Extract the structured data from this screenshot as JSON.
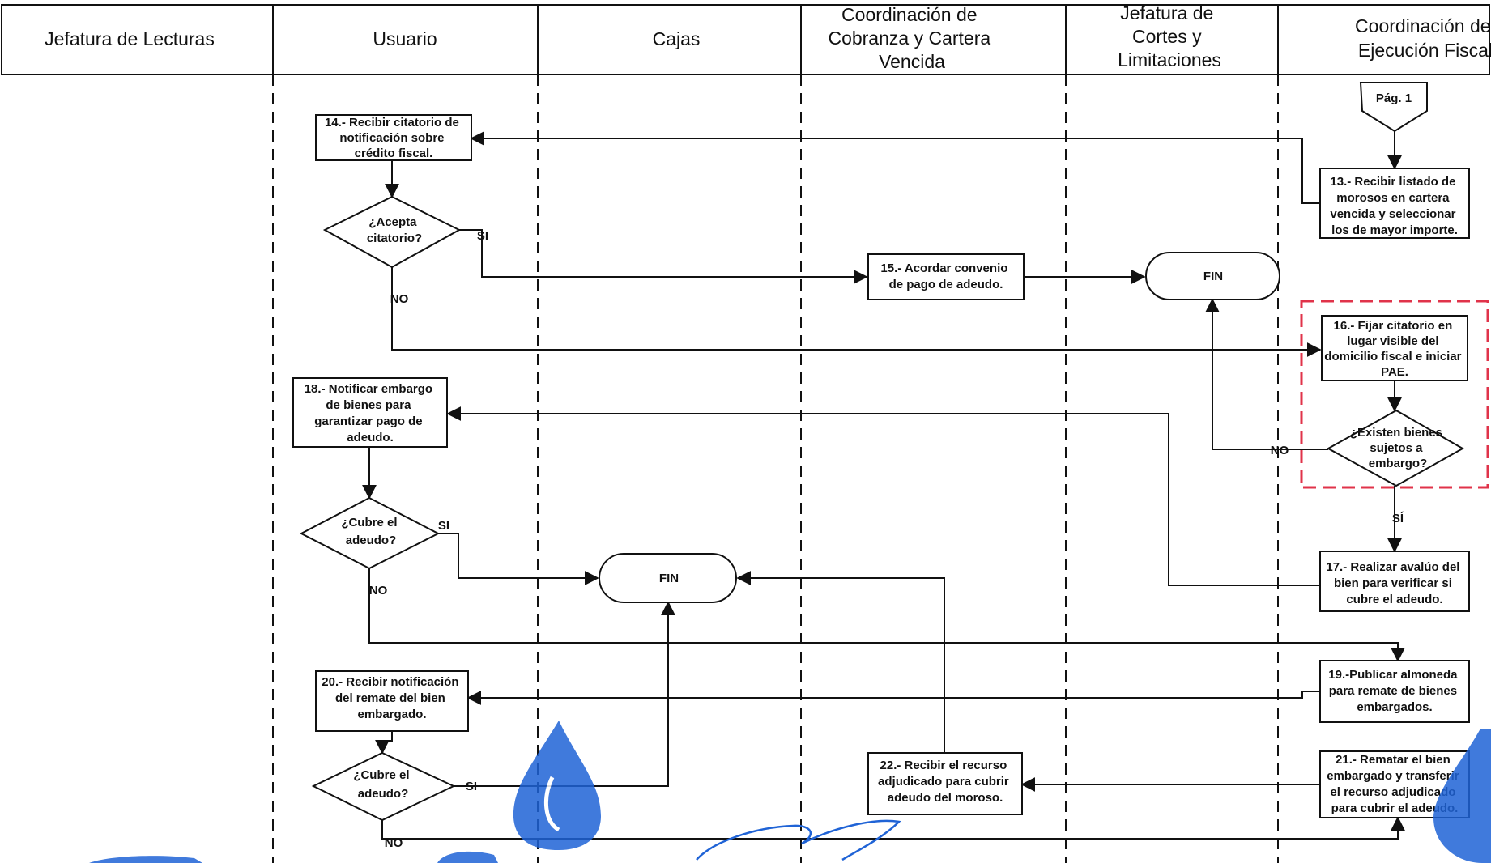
{
  "lanes": [
    {
      "id": "jefatura-lecturas",
      "lines": [
        "Jefatura de Lecturas"
      ]
    },
    {
      "id": "usuario",
      "lines": [
        "Usuario"
      ]
    },
    {
      "id": "cajas",
      "lines": [
        "Cajas"
      ]
    },
    {
      "id": "cobranza",
      "lines": [
        "Coordinación de",
        "Cobranza y Cartera",
        "Vencida"
      ]
    },
    {
      "id": "cortes",
      "lines": [
        "Jefatura de",
        "Cortes y",
        "Limitaciones"
      ]
    },
    {
      "id": "ejecucion",
      "lines": [
        "Coordinación de",
        "Ejecución Fiscal"
      ]
    }
  ],
  "nodes": {
    "pag1": {
      "lines": [
        "Pág. 1"
      ]
    },
    "n13": {
      "lines": [
        "13.- Recibir listado de",
        "morosos en cartera",
        "vencida y seleccionar",
        "los de mayor importe."
      ]
    },
    "n14": {
      "lines": [
        "14.- Recibir citatorio de",
        "notificación sobre",
        "crédito fiscal."
      ]
    },
    "d_acepta": {
      "lines": [
        "¿Acepta",
        "citatorio?"
      ]
    },
    "n15": {
      "lines": [
        "15.- Acordar convenio",
        "de pago de adeudo."
      ]
    },
    "fin1": {
      "lines": [
        "FIN"
      ]
    },
    "n16": {
      "lines": [
        "16.- Fijar citatorio en",
        "lugar visible del",
        "domicilio fiscal e iniciar",
        "PAE."
      ]
    },
    "d_bienes": {
      "lines": [
        "¿Existen bienes",
        "sujetos a",
        "embargo?"
      ]
    },
    "n17": {
      "lines": [
        "17.- Realizar avalúo del",
        "bien para verificar si",
        "cubre el adeudo."
      ]
    },
    "n18": {
      "lines": [
        "18.- Notificar embargo",
        "de bienes para",
        "garantizar pago de",
        "adeudo."
      ]
    },
    "d_cubre1": {
      "lines": [
        "¿Cubre el",
        "adeudo?"
      ]
    },
    "fin2": {
      "lines": [
        "FIN"
      ]
    },
    "n19": {
      "lines": [
        "19.-Publicar almoneda",
        "para remate de bienes",
        "embargados."
      ]
    },
    "n20": {
      "lines": [
        "20.- Recibir notificación",
        "del remate del bien",
        "embargado."
      ]
    },
    "d_cubre2": {
      "lines": [
        "¿Cubre el",
        "adeudo?"
      ]
    },
    "n21": {
      "lines": [
        "21.- Rematar el bien",
        "embargado y transferir",
        "el recurso adjudicado",
        "para cubrir el adeudo."
      ]
    },
    "n22": {
      "lines": [
        "22.- Recibir el recurso",
        "adjudicado para cubrir",
        "adeudo del moroso."
      ]
    }
  },
  "edge_labels": {
    "si_acepta": "SI",
    "no_acepta": "NO",
    "no_bienes": "NO",
    "si_bienes": "SÍ",
    "si_cubre1": "SI",
    "no_cubre1": "NO",
    "si_cubre2": "SI",
    "no_cubre2": "NO"
  },
  "colors": {
    "highlight": "#e0334a",
    "seal": "#1f63d6",
    "ink": "#111111"
  },
  "decorations": [
    "water-drop-seal",
    "handwritten-signature"
  ]
}
